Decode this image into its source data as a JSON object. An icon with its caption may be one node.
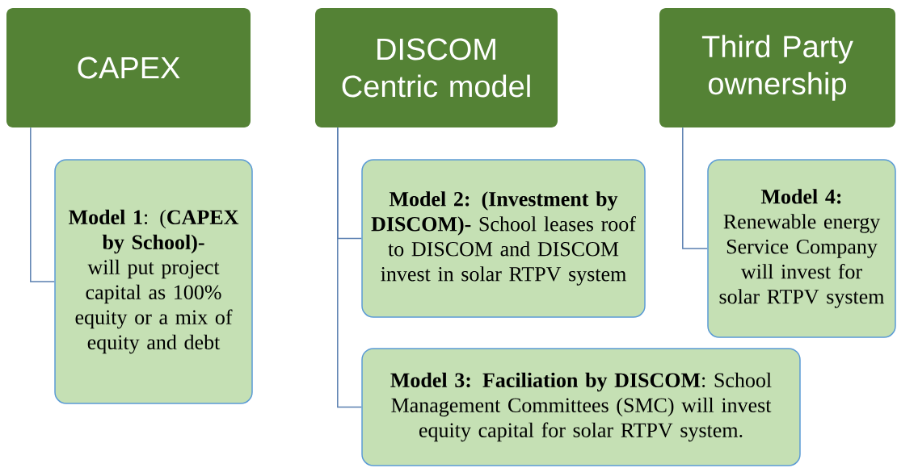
{
  "diagram": {
    "nodes": [
      {
        "text": [
          "CAPEX"
        ]
      },
      {
        "text": [
          "DISCOM Centric model"
        ]
      },
      {
        "text": [
          "Third Party ownership"
        ]
      },
      {
        "text": [
          "**Model 1**: (**CAPEX by School)-** will put project capital as 100% equity or a mix of equity and debt"
        ]
      },
      {
        "text": [
          "**Model 2: (Investment by DISCOM)-** School leases roof to DISCOM and DISCOM invest in solar RTPV system"
        ]
      },
      {
        "text": [
          "**Model 4:** Renewable energy Service Company will invest for solar RTPV system"
        ]
      },
      {
        "text": [
          "**Model 3: Faciliation by DISCOM**: School Management Committees (SMC) will invest equity capital for solar RTPV system."
        ]
      }
    ],
    "edges": [
      {
        "from": 0,
        "to": 3,
        "arrow": "none"
      },
      {
        "from": 1,
        "to": 4,
        "arrow": "none"
      },
      {
        "from": 1,
        "to": 6,
        "arrow": "none"
      },
      {
        "from": 2,
        "to": 5,
        "arrow": "none"
      }
    ]
  }
}
